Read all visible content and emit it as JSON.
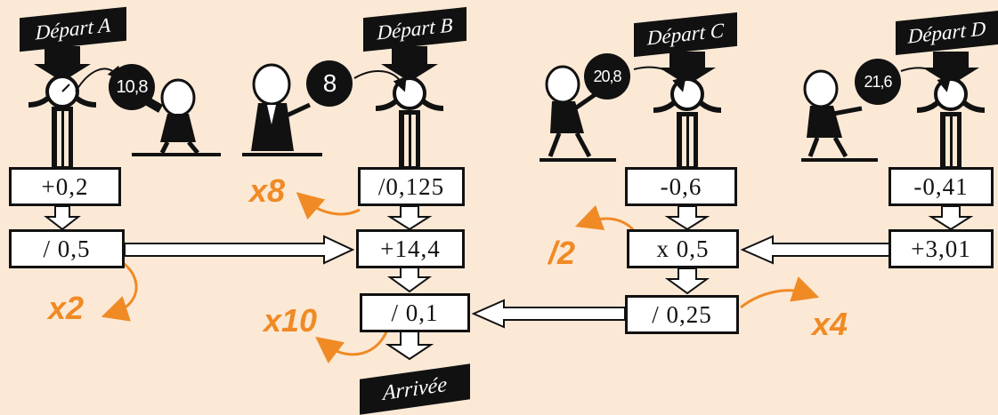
{
  "departs": [
    {
      "id": "A",
      "label": "Départ A",
      "start": "10,8"
    },
    {
      "id": "B",
      "label": "Départ B",
      "start": "8"
    },
    {
      "id": "C",
      "label": "Départ C",
      "start": "20,8"
    },
    {
      "id": "D",
      "label": "Départ D",
      "start": "21,6"
    }
  ],
  "operations": {
    "a1": "+0,2",
    "a2": "/ 0,5",
    "b1": "/0,125",
    "b2": "+14,4",
    "b3": "/ 0,1",
    "c1": "-0,6",
    "c2": "x 0,5",
    "c3": "/ 0,25",
    "d1": "-0,41",
    "d2": "+3,01"
  },
  "hints": {
    "a2": "x2",
    "b1": "x8",
    "b3": "x10",
    "c2": "/2",
    "c3": "x4"
  },
  "arrivee": "Arrivée",
  "colors": {
    "background": "#fbe9d6",
    "hint": "#f08a24",
    "ink": "#111111"
  },
  "icons": [
    "cartoon-character-icon",
    "gauge-icon",
    "funnel-icon",
    "arrow-icon"
  ]
}
